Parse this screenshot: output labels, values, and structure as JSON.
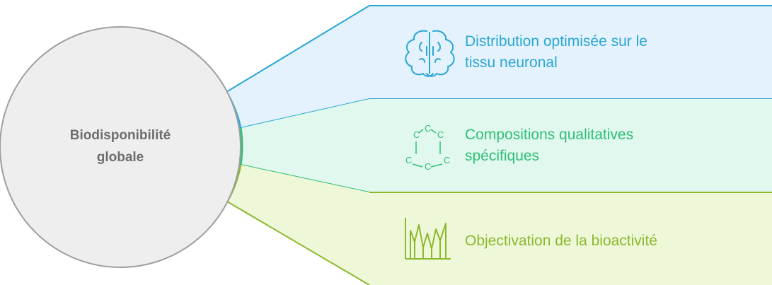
{
  "center": {
    "label": "Biodisponibilité\nglobale"
  },
  "branches": [
    {
      "label": "Distribution optimisée sur le\ntissu neuronal",
      "icon": "brain-icon",
      "color": "#2ba6d4",
      "fill": "#e3f2fc"
    },
    {
      "label": "Compositions qualitatives\nspécifiques",
      "icon": "molecule-icon",
      "color": "#2fbf77",
      "fill": "#e1f8ee"
    },
    {
      "label": "Objectivation de la bioactivité",
      "icon": "chart-icon",
      "color": "#8cb82e",
      "fill": "#eef8d8"
    }
  ],
  "colors": {
    "circle_fill": "#eeeeee",
    "circle_stroke": "#9e9e9e",
    "center_text": "#6e6e6e"
  }
}
